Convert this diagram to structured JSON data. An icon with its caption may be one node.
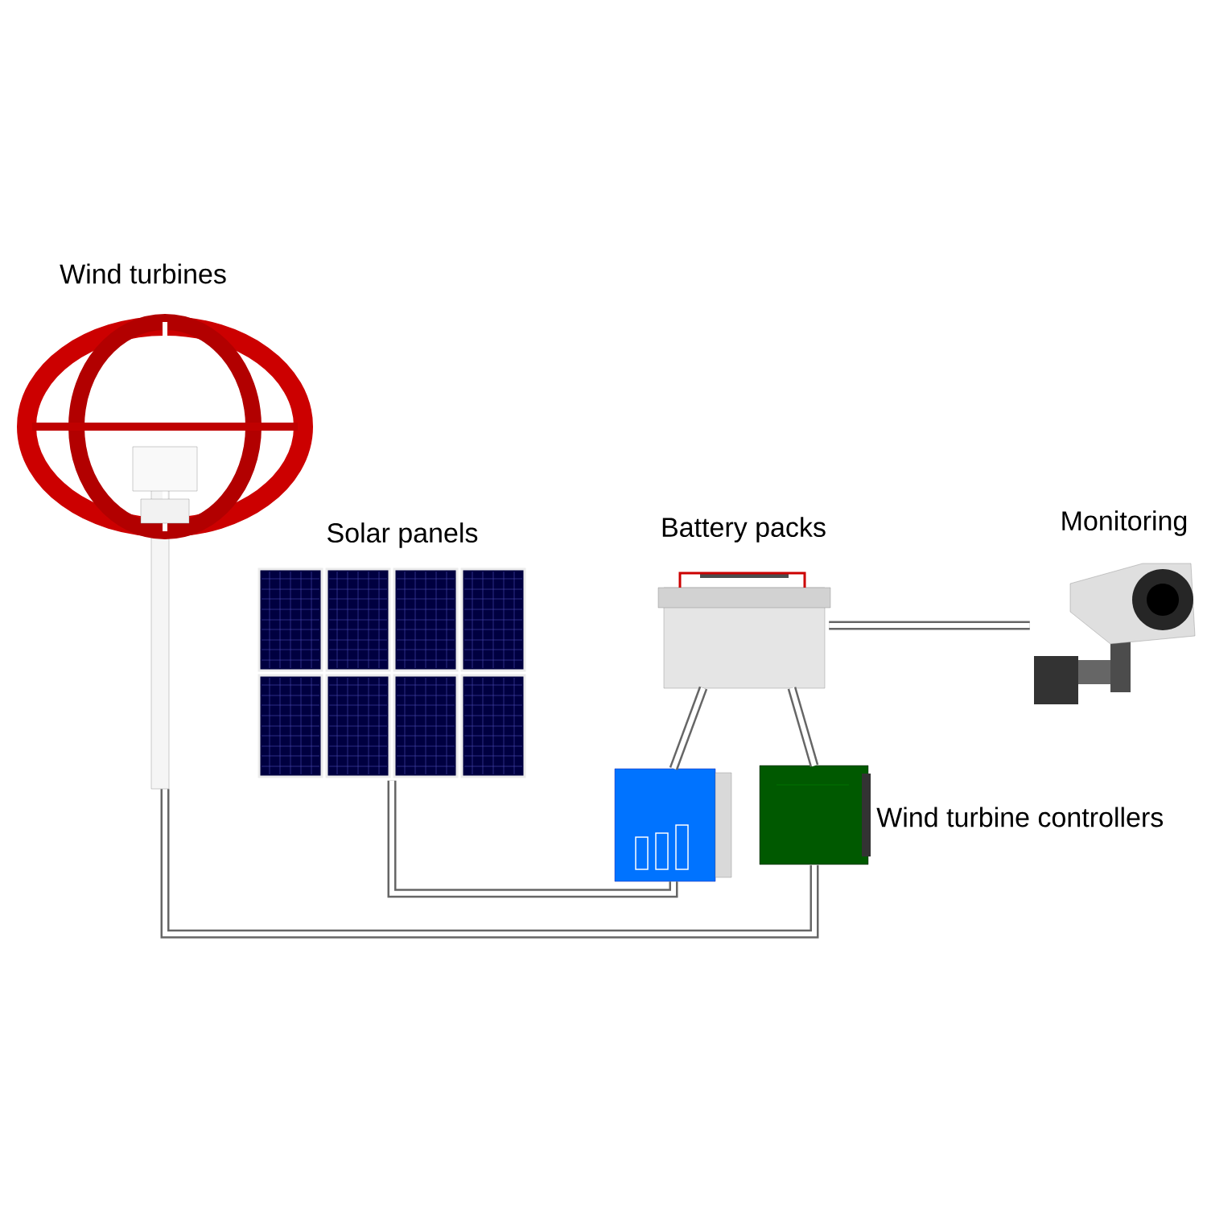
{
  "diagram": {
    "nodes": [
      {
        "text": [
          "Wind turbines"
        ]
      },
      {
        "text": [
          "Solar panels"
        ]
      },
      {
        "text": [
          "Battery packs"
        ]
      },
      {
        "text": [
          "Monitoring"
        ]
      },
      {
        "text": [],
        "shape": "picture"
      },
      {
        "text": [
          "Wind turbine controllers"
        ]
      }
    ],
    "edges": [
      {
        "from": 0,
        "to": 5,
        "arrow": "none"
      },
      {
        "from": 1,
        "to": 4,
        "arrow": "none"
      },
      {
        "from": 2,
        "to": 4,
        "arrow": "none"
      },
      {
        "from": 2,
        "to": 5,
        "arrow": "none"
      },
      {
        "from": 2,
        "to": 3,
        "arrow": "none"
      }
    ]
  }
}
